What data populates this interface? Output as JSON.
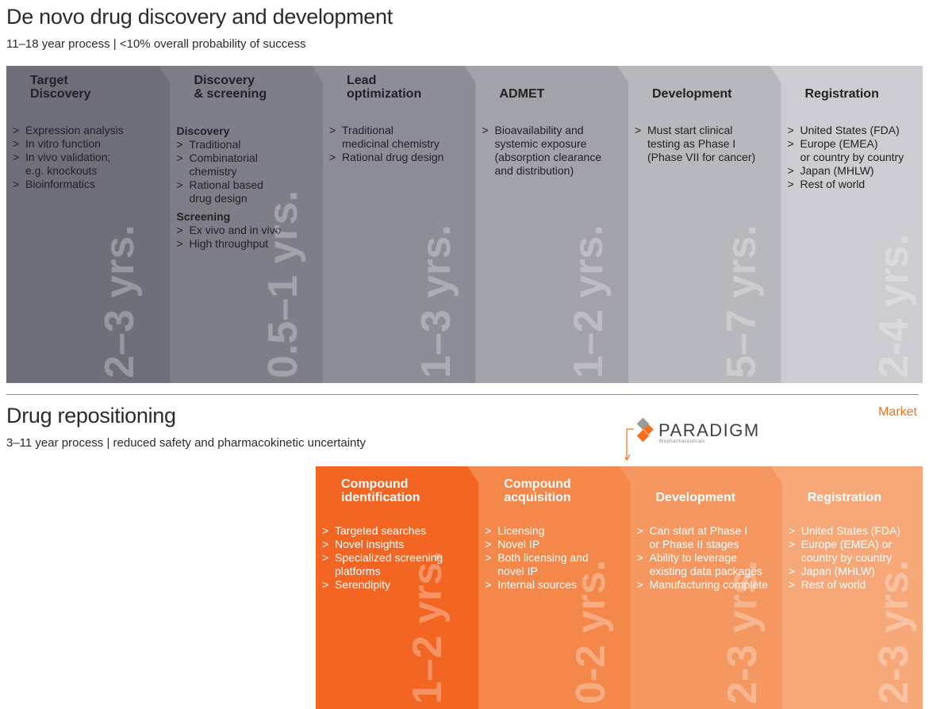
{
  "denovo": {
    "title": "De novo drug discovery and development",
    "subtitle": "11–18 year process  |  <10% overall probability of success",
    "stages": [
      {
        "title": "Target\nDiscovery",
        "groups": [
          {
            "heading": "",
            "items": [
              "Expression analysis",
              "In vitro function",
              "In vivo validation;\ne.g. knockouts",
              "Bioinformatics"
            ]
          }
        ],
        "years": "2–3 yrs.",
        "color": "#6f6f7a"
      },
      {
        "title": "Discovery\n& screening",
        "groups": [
          {
            "heading": "Discovery",
            "items": [
              "Traditional",
              "Combinatorial\nchemistry",
              "Rational based\ndrug design"
            ]
          },
          {
            "heading": "Screening",
            "items": [
              "Ex vivo and in vivo",
              "High throughput"
            ]
          }
        ],
        "years": "0.5–1 yrs.",
        "color": "#7e7e88"
      },
      {
        "title": "Lead\noptimization",
        "groups": [
          {
            "heading": "",
            "items": [
              "Traditional\nmedicinal chemistry",
              "Rational drug design"
            ]
          }
        ],
        "years": "1–3 yrs.",
        "color": "#8d8d97"
      },
      {
        "title": "ADMET",
        "groups": [
          {
            "heading": "",
            "items": [
              "Bioavailability and\nsystemic exposure\n(absorption clearance\nand distribution)"
            ]
          }
        ],
        "years": "1–2 yrs.",
        "color": "#a2a2ab"
      },
      {
        "title": "Development",
        "groups": [
          {
            "heading": "",
            "items": [
              "Must start clinical\ntesting as Phase I\n(Phase VII for cancer)"
            ]
          }
        ],
        "years": "5–7 yrs.",
        "color": "#b7b7be"
      },
      {
        "title": "Registration",
        "groups": [
          {
            "heading": "",
            "items": [
              "United States (FDA)",
              "Europe (EMEA)\nor country by country",
              "Japan (MHLW)",
              "Rest of world"
            ]
          }
        ],
        "years": "2-4 yrs.",
        "color": "#ccccd2"
      }
    ]
  },
  "market_label": "Market",
  "logo": {
    "name": "PARADIGM",
    "sub": "Biopharmaceuticals"
  },
  "repositioning": {
    "title": "Drug repositioning",
    "subtitle": "3–11 year process  |  reduced safety and pharmacokinetic uncertainty",
    "stages": [
      {
        "title": "Compound\nidentification",
        "groups": [
          {
            "heading": "",
            "items": [
              "Targeted searches",
              "Novel insights",
              "Specialized screening\nplatforms",
              "Serendipity"
            ]
          }
        ],
        "years": "1–2 yrs.",
        "color": "#f26522"
      },
      {
        "title": "Compound\nacquisition",
        "groups": [
          {
            "heading": "",
            "items": [
              "Licensing",
              "Novel IP",
              "Both licensing and\nnovel IP",
              "Internal sources"
            ]
          }
        ],
        "years": "0-2 yrs.",
        "color": "#f4874a"
      },
      {
        "title": "Development",
        "groups": [
          {
            "heading": "",
            "items": [
              "Can start at Phase I\nor Phase II stages",
              "Ability to leverage\nexisting data packages",
              "Manufacturing complete"
            ]
          }
        ],
        "years": "2-3 yrs.",
        "color": "#f59761"
      },
      {
        "title": "Registration",
        "groups": [
          {
            "heading": "",
            "items": [
              "United States (FDA)",
              "Europe (EMEA) or\ncountry by country",
              "Japan (MHLW)",
              "Rest of world"
            ]
          }
        ],
        "years": "2-3 yrs.",
        "color": "#f7a878"
      }
    ]
  },
  "colors": {
    "accent": "#f37021",
    "dark_text": "#222222",
    "light_text": "#ffffff"
  }
}
